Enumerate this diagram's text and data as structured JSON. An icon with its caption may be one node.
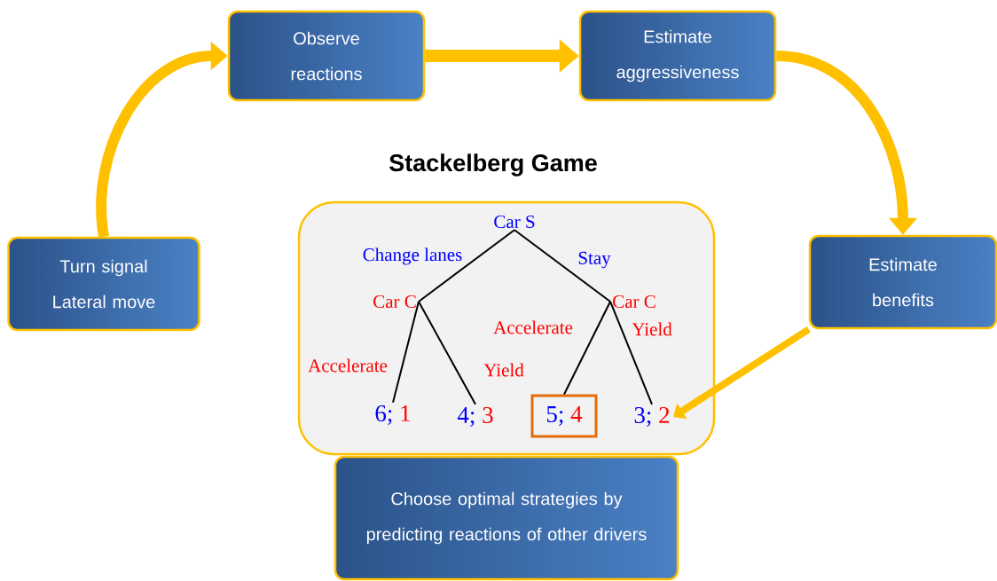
{
  "diagram": {
    "nodes": [
      {
        "text": [
          "Observe reactions"
        ]
      },
      {
        "text": [
          "Estimate aggressiveness"
        ]
      },
      {
        "text": [
          "Estimate benefits"
        ]
      },
      {
        "text": [
          "Stackelberg Game"
        ]
      },
      {
        "text": [
          "Choose optimal strategies by predicting reactions of other drivers"
        ]
      },
      {
        "text": [
          "Turn signal",
          "Lateral move"
        ]
      },
      {
        "text": [
          "Car S"
        ],
        "in": 3
      },
      {
        "text": [
          "Car C"
        ],
        "in": 3
      },
      {
        "text": [
          "Car C"
        ],
        "in": 3
      },
      {
        "text": [
          "6;",
          "1"
        ],
        "in": 3
      },
      {
        "text": [
          "4;",
          "3"
        ],
        "in": 3
      },
      {
        "text": [
          "5;",
          "4"
        ],
        "in": 3
      },
      {
        "text": [
          "3;",
          "2"
        ],
        "in": 3
      }
    ],
    "edges": [
      {
        "from": 5,
        "to": 0,
        "arrow": "to",
        "style": "thick",
        "color": "#ffc000"
      },
      {
        "from": 0,
        "to": 1,
        "arrow": "to",
        "style": "thick",
        "color": "#ffc000"
      },
      {
        "from": 1,
        "to": 2,
        "arrow": "to",
        "style": "thick",
        "color": "#ffc000"
      },
      {
        "from": 2,
        "to": 12,
        "arrow": "to",
        "style": "thick",
        "color": "#ffc000"
      },
      {
        "from": 6,
        "to": 7,
        "arrow": "none",
        "label": "Change lanes"
      },
      {
        "from": 6,
        "to": 8,
        "arrow": "none",
        "label": "Stay"
      },
      {
        "from": 7,
        "to": 9,
        "arrow": "none",
        "label": "Accelerate"
      },
      {
        "from": 7,
        "to": 10,
        "arrow": "none",
        "label": "Yield"
      },
      {
        "from": 8,
        "to": 11,
        "arrow": "none",
        "label": "Accelerate"
      },
      {
        "from": 8,
        "to": 12,
        "arrow": "none",
        "label": "Yield"
      }
    ]
  }
}
